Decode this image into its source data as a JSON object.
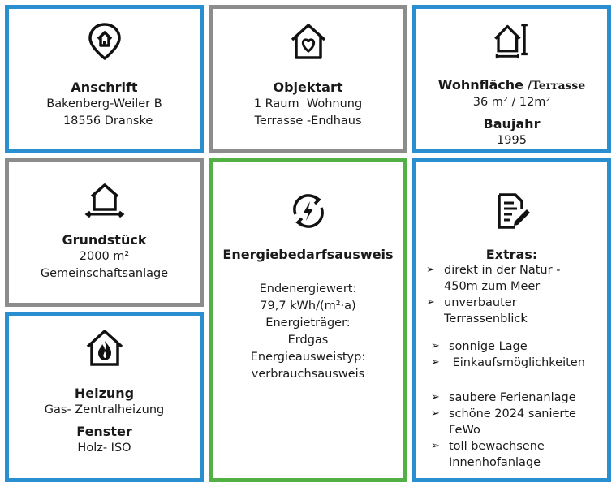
{
  "cards": {
    "anschrift": {
      "title": "Anschrift",
      "lines": [
        "Bakenberg-Weiler B",
        "  18556 Dranske"
      ]
    },
    "objektart": {
      "title": "Objektart",
      "lines": [
        "1 Raum  Wohnung",
        "Terrasse -Endhaus"
      ]
    },
    "wohnflaeche": {
      "title": "Wohnfläche",
      "title_suffix": " /Terrasse",
      "value": "36 m² / 12m²",
      "title2": "Baujahr",
      "value2": "1995"
    },
    "grundstueck": {
      "title": "Grundstück",
      "lines": [
        "2000 m²",
        "Gemeinschaftsanlage"
      ]
    },
    "energie": {
      "title": "Energiebedarfsausweis",
      "lines": [
        "Endenergiewert:",
        "79,7 kWh/(m²·a)",
        "Energieträger:",
        "Erdgas",
        "Energieausweistyp:",
        "verbrauchsausweis"
      ]
    },
    "heizung": {
      "title": "Heizung",
      "value": "Gas- Zentralheizung",
      "title2": "Fenster",
      "value2": "Holz- ISO"
    },
    "extras": {
      "title": "Extras:",
      "items": [
        "direkt in der Natur -\n450m zum Meer",
        "unverbauter\nTerrassenblick",
        "sonnige Lage",
        " Einkaufsmöglichkeiten",
        "saubere Ferienanlage",
        "schöne 2024 sanierte\nFeWo",
        "toll bewachsene\nInnenhofanlage"
      ],
      "arrow": "➢"
    }
  },
  "icons": {
    "anschrift": "location-home-icon",
    "objektart": "house-heart-icon",
    "wohnflaeche": "house-measure-icon",
    "grundstueck": "land-plot-icon",
    "energie": "energy-cycle-icon",
    "heizung": "house-flame-icon",
    "extras": "document-pen-icon"
  },
  "colors": {
    "blue": "#2a8fd0",
    "gray": "#8c8c8c",
    "green": "#53b044"
  }
}
